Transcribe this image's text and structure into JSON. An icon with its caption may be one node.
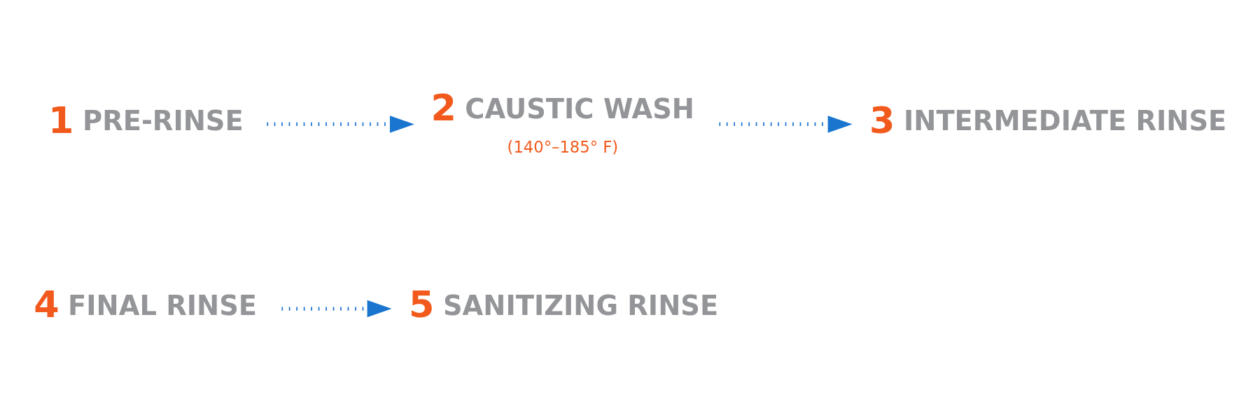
{
  "diagram": {
    "nodes": [
      {
        "text": [
          "1",
          "PRE-RINSE"
        ]
      },
      {
        "text": [
          "2",
          "CAUSTIC WASH"
        ],
        "beside": [
          "(140°–185° F)"
        ]
      },
      {
        "text": [
          "3",
          "INTERMEDIATE RINSE"
        ]
      },
      {
        "text": [
          "4",
          "FINAL RINSE"
        ]
      },
      {
        "text": [
          "5",
          "SANITIZING RINSE"
        ]
      }
    ],
    "edges": [
      {
        "from": 0,
        "to": 1,
        "arrow": "to"
      },
      {
        "from": 1,
        "to": 2,
        "arrow": "to"
      },
      {
        "from": 3,
        "to": 4,
        "arrow": "to"
      }
    ]
  }
}
